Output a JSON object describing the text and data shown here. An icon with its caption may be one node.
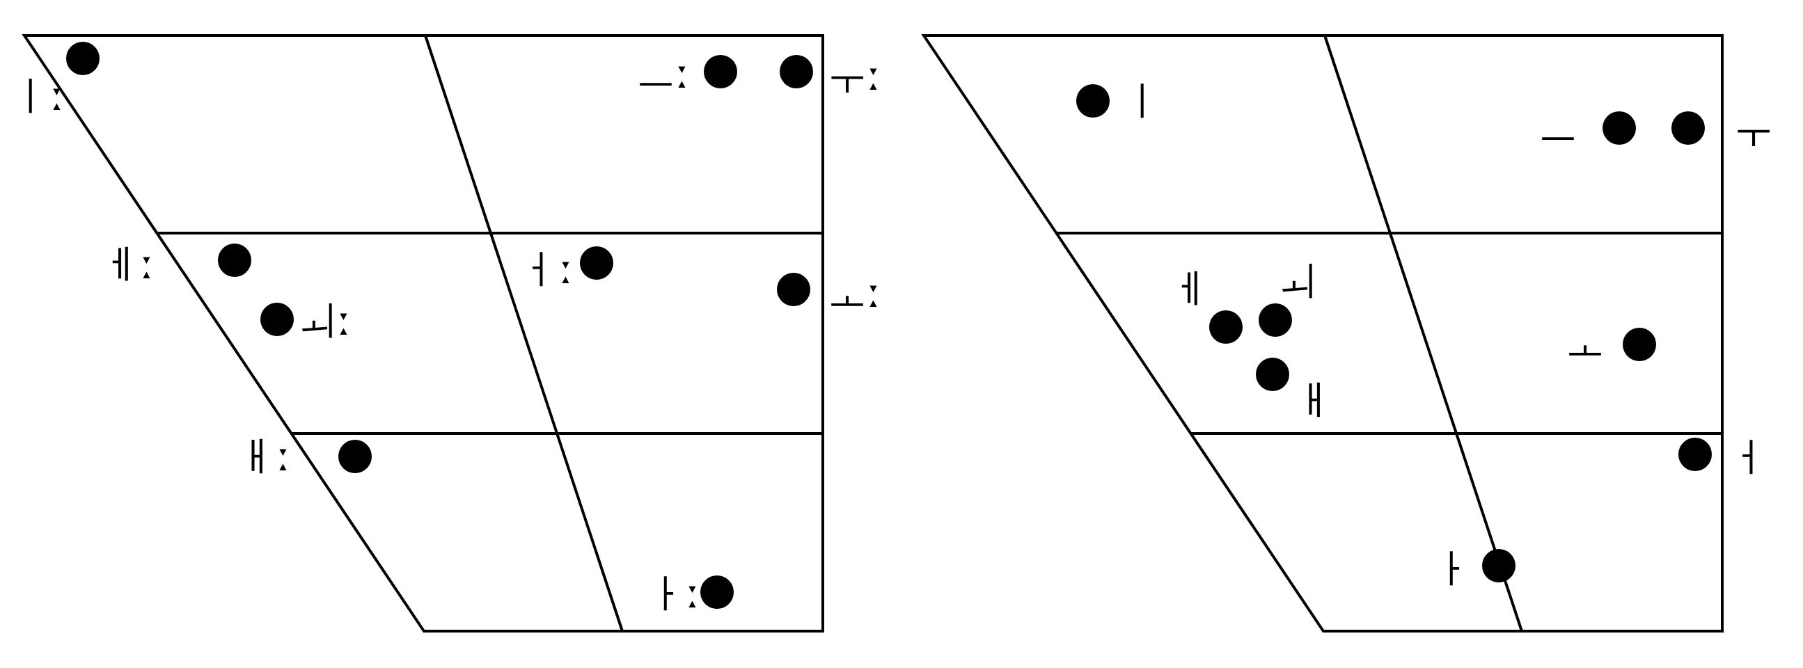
{
  "diagram": {
    "nodes": [
      {
        "text": [],
        "shape": "circle",
        "beside": [
          "ㅣː"
        ]
      },
      {
        "text": [],
        "shape": "circle",
        "beside": [
          "ㅡː"
        ]
      },
      {
        "text": [],
        "shape": "circle",
        "beside": [
          "ㅜː"
        ]
      },
      {
        "text": [],
        "shape": "circle",
        "beside": [
          "ㅔː"
        ]
      },
      {
        "text": [],
        "shape": "circle",
        "beside": [
          "ㅓː"
        ]
      },
      {
        "text": [],
        "shape": "circle",
        "beside": [
          "ㅗː"
        ]
      },
      {
        "text": [],
        "shape": "circle",
        "beside": [
          "ㅚː"
        ]
      },
      {
        "text": [],
        "shape": "circle",
        "beside": [
          "ㅐː"
        ]
      },
      {
        "text": [],
        "shape": "circle",
        "beside": [
          "ㅏː"
        ]
      },
      {
        "text": [],
        "shape": "circle",
        "beside": [
          "ㅣ"
        ]
      },
      {
        "text": [],
        "shape": "circle",
        "beside": [
          "ㅡ"
        ]
      },
      {
        "text": [],
        "shape": "circle",
        "beside": [
          "ㅜ"
        ]
      },
      {
        "text": [],
        "shape": "circle",
        "beside": [
          "ㅔ"
        ]
      },
      {
        "text": [],
        "shape": "circle",
        "beside": [
          "ㅚ"
        ]
      },
      {
        "text": [],
        "shape": "circle",
        "beside": [
          "ㅗ"
        ]
      },
      {
        "text": [],
        "shape": "circle",
        "beside": [
          "ㅐ"
        ]
      },
      {
        "text": [],
        "shape": "circle",
        "beside": [
          "ㅓ"
        ]
      },
      {
        "text": [],
        "shape": "circle",
        "beside": [
          "ㅏ"
        ]
      }
    ]
  }
}
